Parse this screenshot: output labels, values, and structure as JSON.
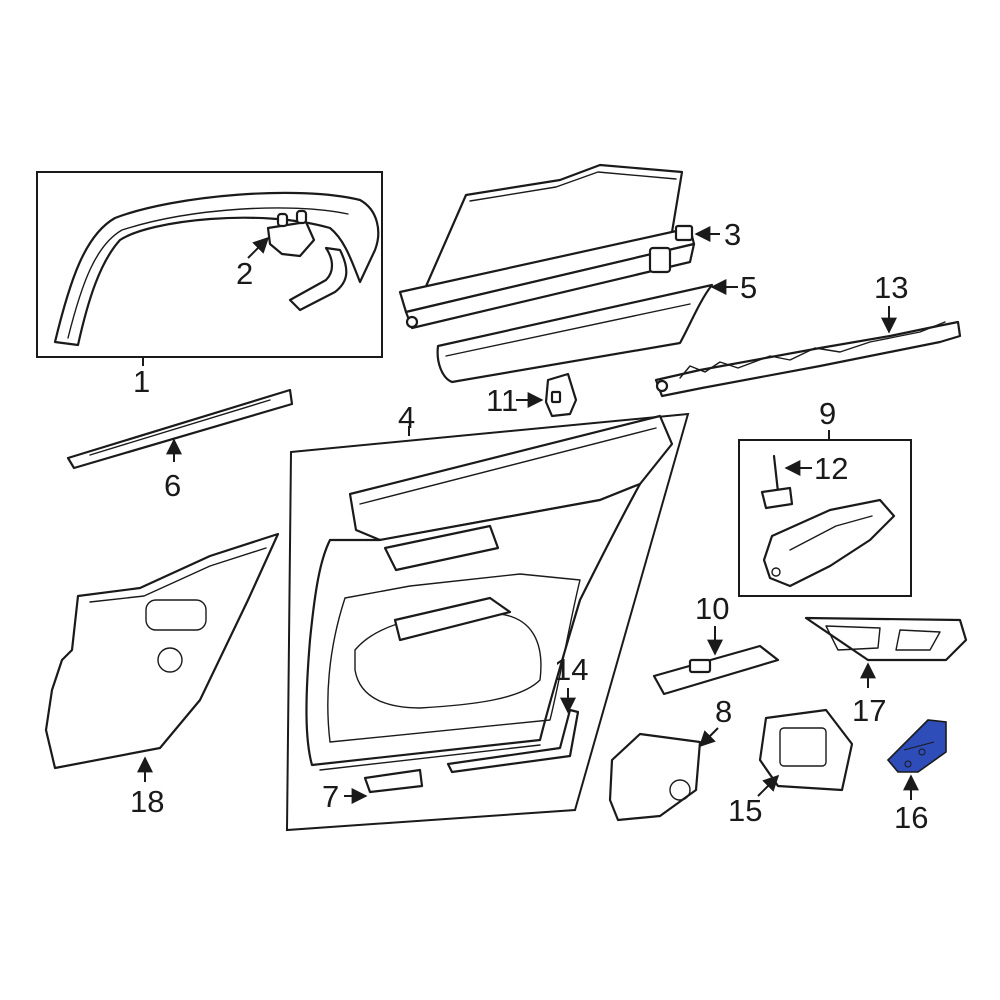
{
  "highlight_color": "#2e4db8",
  "callouts": {
    "c1": "1",
    "c2": "2",
    "c3": "3",
    "c4": "4",
    "c5": "5",
    "c6": "6",
    "c7": "7",
    "c8": "8",
    "c9": "9",
    "c10": "10",
    "c11": "11",
    "c12": "12",
    "c13": "13",
    "c14": "14",
    "c15": "15",
    "c16": "16",
    "c17": "17",
    "c18": "18"
  }
}
